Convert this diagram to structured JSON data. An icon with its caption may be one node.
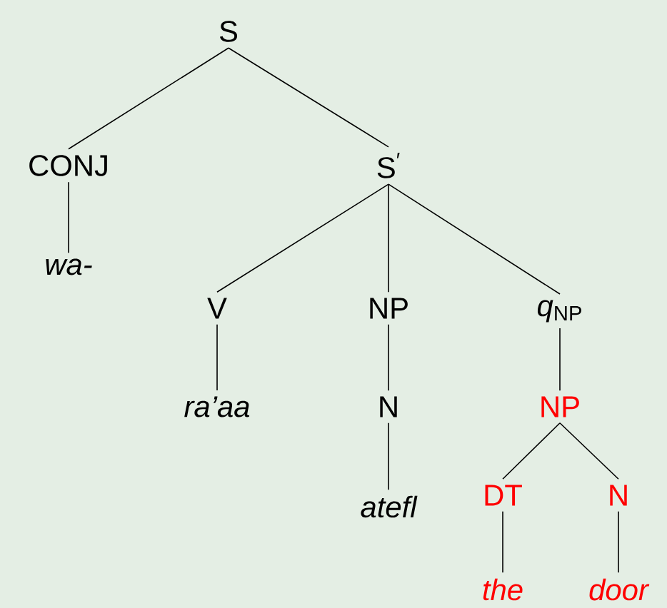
{
  "diagram": {
    "nodes": [
      {
        "text": [
          "S"
        ]
      },
      {
        "text": [
          "CONJ"
        ]
      },
      {
        "text": [
          "S$^{′}$"
        ]
      },
      {
        "text": [
          "wa-"
        ]
      },
      {
        "text": [
          "V"
        ]
      },
      {
        "text": [
          "NP"
        ]
      },
      {
        "text": [
          "*q*$_{NP}$"
        ]
      },
      {
        "text": [
          "ra’aa"
        ]
      },
      {
        "text": [
          "N"
        ]
      },
      {
        "text": [
          "NP"
        ]
      },
      {
        "text": [
          "atefl"
        ]
      },
      {
        "text": [
          "DT"
        ]
      },
      {
        "text": [
          "N"
        ]
      },
      {
        "text": [
          "the"
        ]
      },
      {
        "text": [
          "door"
        ]
      }
    ],
    "edges": [
      {
        "from": 0,
        "to": 1,
        "arrow": "none"
      },
      {
        "from": 0,
        "to": 2,
        "arrow": "none"
      },
      {
        "from": 1,
        "to": 3,
        "arrow": "none"
      },
      {
        "from": 2,
        "to": 4,
        "arrow": "none"
      },
      {
        "from": 2,
        "to": 5,
        "arrow": "none"
      },
      {
        "from": 2,
        "to": 6,
        "arrow": "none"
      },
      {
        "from": 4,
        "to": 7,
        "arrow": "none"
      },
      {
        "from": 5,
        "to": 8,
        "arrow": "none"
      },
      {
        "from": 6,
        "to": 9,
        "arrow": "none"
      },
      {
        "from": 8,
        "to": 10,
        "arrow": "none"
      },
      {
        "from": 9,
        "to": 11,
        "arrow": "none"
      },
      {
        "from": 9,
        "to": 12,
        "arrow": "none"
      },
      {
        "from": 11,
        "to": 13,
        "arrow": "none"
      },
      {
        "from": 12,
        "to": 14,
        "arrow": "none"
      }
    ]
  }
}
